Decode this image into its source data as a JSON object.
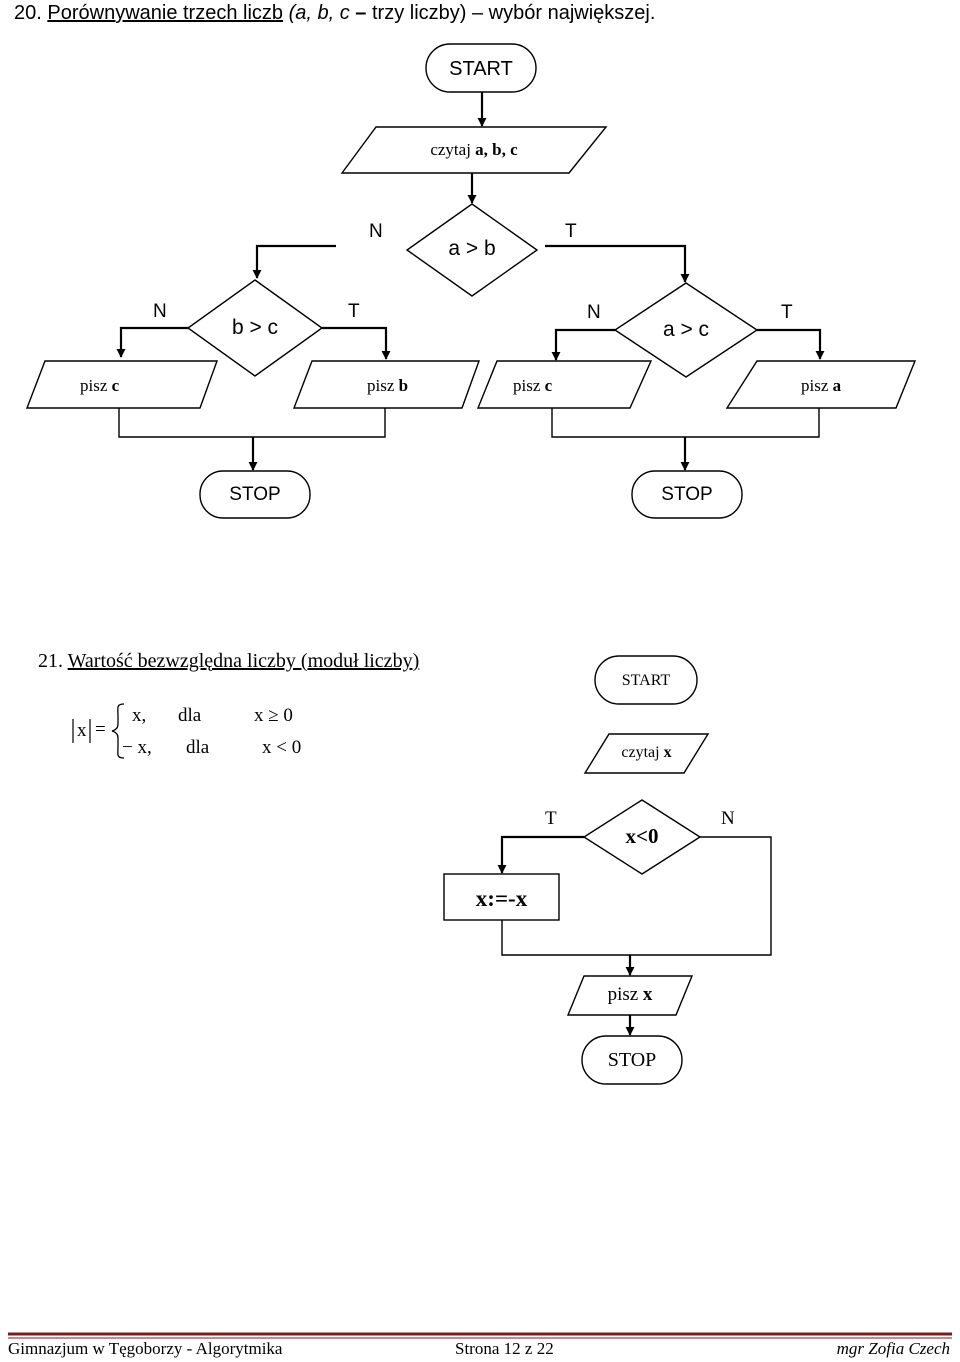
{
  "problem20": {
    "number": "20.",
    "title_underlined": "Porównywanie trzech liczb",
    "title_vars": "(a, b, c",
    "title_dash": " – ",
    "title_rest": "trzy liczby) – wybór największej."
  },
  "flow1": {
    "start": "START",
    "read_prefix": "czytaj ",
    "read_vars": "a, b, c",
    "cond_ab": "a > b",
    "cond_bc": "b > c",
    "cond_ac": "a > c",
    "no": "N",
    "yes": "T",
    "write_prefix": "pisz ",
    "out1": "c",
    "out2": "b",
    "out3": "c",
    "out4": "a",
    "stop_left": "STOP",
    "stop_right": "STOP"
  },
  "problem21": {
    "number": "21.",
    "title": "Wartość bezwzględna liczby (moduł liczby)",
    "formula": {
      "x": "x",
      "eq": "=",
      "case1_val": "x,",
      "case1_word": "dla",
      "case1_cond": "x ≥ 0",
      "case2_val": "− x,",
      "case2_word": "dla",
      "case2_cond": "x < 0"
    }
  },
  "flow2": {
    "start": "START",
    "read_prefix": "czytaj ",
    "read_var": "x",
    "cond": "x<0",
    "yes": "T",
    "no": "N",
    "assign": "x:=-x",
    "write_prefix": "pisz ",
    "write_var": "x",
    "stop": "STOP"
  },
  "footer": {
    "school": "Gimnazjum w Tęgoborzy - Algorytmika",
    "page_prefix": "Strona ",
    "page_num": "12",
    "page_of": " z ",
    "page_total": "22",
    "author": "mgr Zofia Czech"
  }
}
